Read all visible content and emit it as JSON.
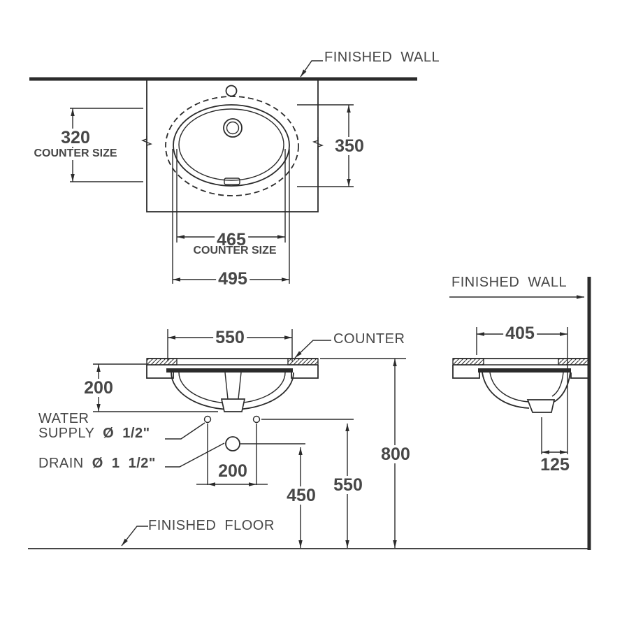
{
  "drawing": {
    "background": "#ffffff",
    "line_color": "#2b2b2b",
    "text_color": "#474747"
  },
  "labels": {
    "finished_wall_top": "FINISHED WALL",
    "finished_wall_side": "FINISHED WALL",
    "finished_floor": "FINISHED FLOOR",
    "counter": "COUNTER",
    "counter_size_plan_left": "COUNTER SIZE",
    "counter_size_plan_bottom": "COUNTER SIZE",
    "water_supply_word1": "WATER",
    "water_supply_word2": "SUPPLY",
    "water_supply_diameter": "Ø 1/2\"",
    "drain_word": "DRAIN",
    "drain_diameter": "Ø 1 1/2\""
  },
  "dimensions_mm": {
    "plan_counter_cutout_depth": "320",
    "plan_rim_depth": "350",
    "plan_counter_cutout_width": "465",
    "plan_rim_width": "495",
    "front_sink_width": "550",
    "front_bowl_depth": "200",
    "front_supply_spacing": "200",
    "front_drain_height": "450",
    "front_supply_height": "550",
    "front_counter_height": "800",
    "side_sink_depth": "405",
    "side_drain_offset": "125"
  }
}
